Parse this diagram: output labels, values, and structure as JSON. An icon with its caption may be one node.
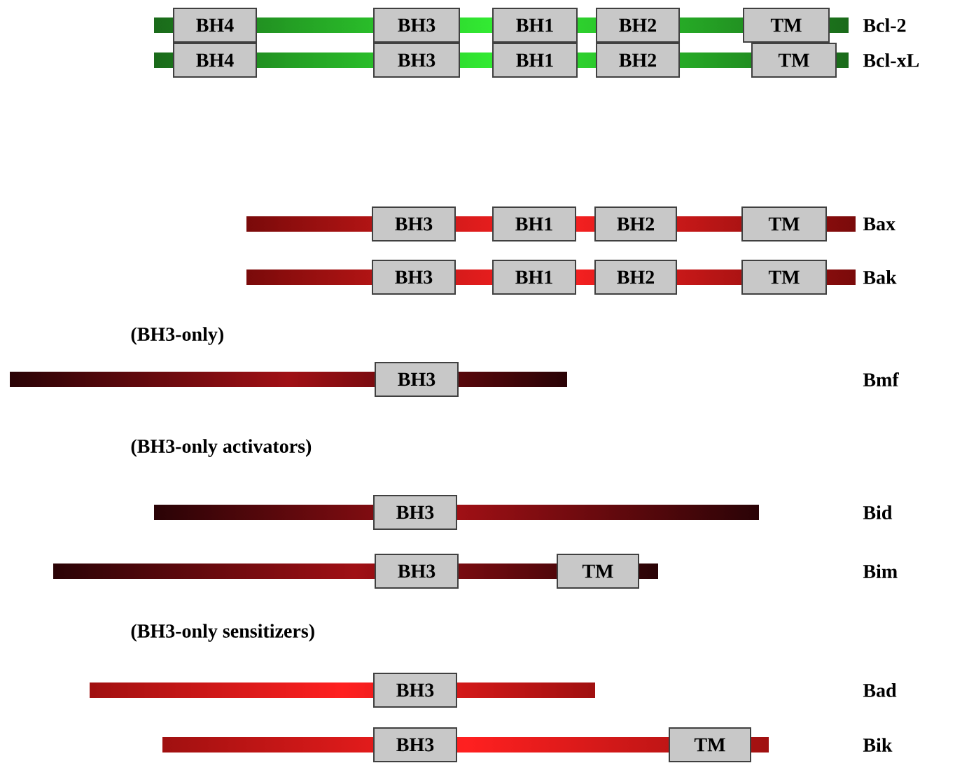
{
  "diagram": {
    "nodes": [
      {
        "text": [],
        "shape": "bar",
        "beside": [
          "Bcl-2"
        ]
      },
      {
        "text": [
          "BH4"
        ]
      },
      {
        "text": [
          "BH3"
        ]
      },
      {
        "text": [
          "BH1"
        ]
      },
      {
        "text": [
          "BH2"
        ]
      },
      {
        "text": [
          "TM"
        ]
      },
      {
        "text": [],
        "shape": "bar",
        "beside": [
          "Bcl-xL"
        ]
      },
      {
        "text": [
          "BH4"
        ]
      },
      {
        "text": [
          "BH3"
        ]
      },
      {
        "text": [
          "BH1"
        ]
      },
      {
        "text": [
          "BH2"
        ]
      },
      {
        "text": [
          "TM"
        ]
      },
      {
        "text": [],
        "shape": "bar",
        "beside": [
          "Bax"
        ]
      },
      {
        "text": [
          "BH3"
        ]
      },
      {
        "text": [
          "BH1"
        ]
      },
      {
        "text": [
          "BH2"
        ]
      },
      {
        "text": [
          "TM"
        ]
      },
      {
        "text": [],
        "shape": "bar",
        "beside": [
          "Bak"
        ]
      },
      {
        "text": [
          "BH3"
        ]
      },
      {
        "text": [
          "BH1"
        ]
      },
      {
        "text": [
          "BH2"
        ]
      },
      {
        "text": [
          "TM"
        ]
      },
      {
        "text": [],
        "shape": "bar",
        "beside": [
          "Bmf"
        ]
      },
      {
        "text": [
          "BH3"
        ]
      },
      {
        "text": [],
        "shape": "bar",
        "beside": [
          "Bid"
        ]
      },
      {
        "text": [
          "BH3"
        ]
      },
      {
        "text": [],
        "shape": "bar",
        "beside": [
          "Bim"
        ]
      },
      {
        "text": [
          "BH3"
        ]
      },
      {
        "text": [
          "TM"
        ]
      },
      {
        "text": [],
        "shape": "bar",
        "beside": [
          "Bad"
        ]
      },
      {
        "text": [
          "BH3"
        ]
      },
      {
        "text": [],
        "shape": "bar",
        "beside": [
          "Bik"
        ]
      },
      {
        "text": [
          "BH3"
        ]
      },
      {
        "text": [
          "TM"
        ]
      }
    ],
    "labels": [
      "(BH3-only)",
      "(BH3-only activators)",
      "(BH3-only sensitizers)"
    ]
  }
}
